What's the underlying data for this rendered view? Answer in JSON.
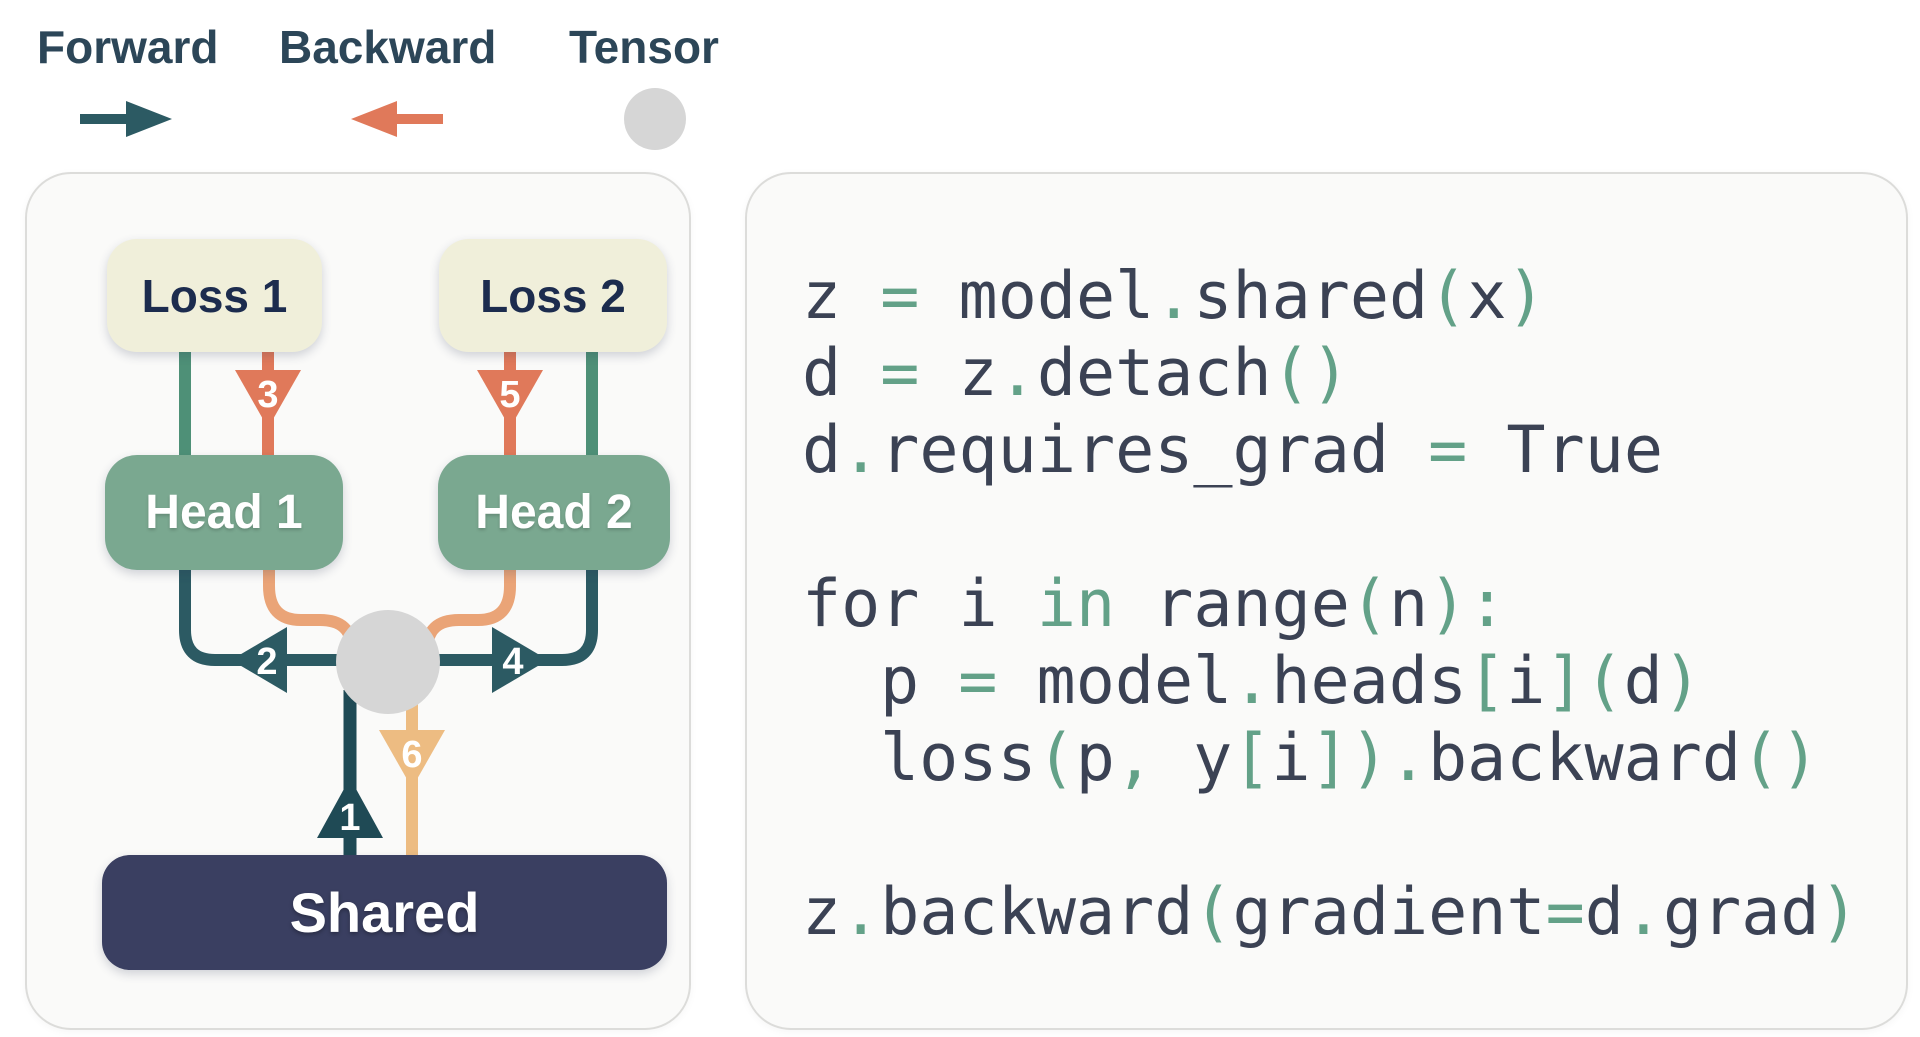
{
  "legend": {
    "forward": {
      "label": "Forward",
      "icon": "forward-arrow-icon"
    },
    "backward": {
      "label": "Backward",
      "icon": "backward-arrow-icon"
    },
    "tensor": {
      "label": "Tensor",
      "icon": "tensor-circle-icon"
    }
  },
  "diagram": {
    "loss1": "Loss 1",
    "loss2": "Loss 2",
    "head1": "Head 1",
    "head2": "Head 2",
    "shared": "Shared",
    "steps": {
      "1": "1",
      "2": "2",
      "3": "3",
      "4": "4",
      "5": "5",
      "6": "6"
    }
  },
  "code": {
    "lines": [
      {
        "indent": 0,
        "tokens": [
          [
            "z ",
            "k"
          ],
          [
            "=",
            "s"
          ],
          [
            " model",
            "k"
          ],
          [
            ".",
            "s"
          ],
          [
            "shared",
            "k"
          ],
          [
            "(",
            "s"
          ],
          [
            "x",
            "k"
          ],
          [
            ")",
            "s"
          ]
        ]
      },
      {
        "indent": 0,
        "tokens": [
          [
            "d ",
            "k"
          ],
          [
            "=",
            "s"
          ],
          [
            " z",
            "k"
          ],
          [
            ".",
            "s"
          ],
          [
            "detach",
            "k"
          ],
          [
            "()",
            "s"
          ]
        ]
      },
      {
        "indent": 0,
        "tokens": [
          [
            "d",
            "k"
          ],
          [
            ".",
            "s"
          ],
          [
            "requires_grad ",
            "k"
          ],
          [
            "=",
            "s"
          ],
          [
            " True",
            "k"
          ]
        ]
      },
      {
        "indent": 0,
        "tokens": []
      },
      {
        "indent": 0,
        "tokens": [
          [
            "for i ",
            "k"
          ],
          [
            "in",
            "s"
          ],
          [
            " range",
            "k"
          ],
          [
            "(",
            "s"
          ],
          [
            "n",
            "k"
          ],
          [
            "):",
            "s"
          ]
        ]
      },
      {
        "indent": 1,
        "tokens": [
          [
            "p ",
            "k"
          ],
          [
            "=",
            "s"
          ],
          [
            " model",
            "k"
          ],
          [
            ".",
            "s"
          ],
          [
            "heads",
            "k"
          ],
          [
            "[",
            "s"
          ],
          [
            "i",
            "k"
          ],
          [
            "](",
            "s"
          ],
          [
            "d",
            "k"
          ],
          [
            ")",
            "s"
          ]
        ]
      },
      {
        "indent": 1,
        "tokens": [
          [
            "loss",
            "k"
          ],
          [
            "(",
            "s"
          ],
          [
            "p",
            "k"
          ],
          [
            ", ",
            "s"
          ],
          [
            "y",
            "k"
          ],
          [
            "[",
            "s"
          ],
          [
            "i",
            "k"
          ],
          [
            "]).",
            "s"
          ],
          [
            "backward",
            "k"
          ],
          [
            "()",
            "s"
          ]
        ]
      },
      {
        "indent": 0,
        "tokens": []
      },
      {
        "indent": 0,
        "tokens": [
          [
            "z",
            "k"
          ],
          [
            ".",
            "s"
          ],
          [
            "backward",
            "k"
          ],
          [
            "(",
            "s"
          ],
          [
            "gradient",
            "k"
          ],
          [
            "=",
            "s"
          ],
          [
            "d",
            "k"
          ],
          [
            ".",
            "s"
          ],
          [
            "grad",
            "k"
          ],
          [
            ")",
            "s"
          ]
        ]
      }
    ]
  },
  "colors": {
    "forward_teal": "#2c5a63",
    "forward_teal_dark": "#1f4a55",
    "backward_orange": "#e0795a",
    "backward_orange_mid": "#eaa477",
    "backward_orange_light": "#edbc82",
    "green_segment": "#4e9077",
    "tensor_gray": "#d6d6d6",
    "loss_bg": "#f0efda",
    "loss_text": "#1c2c4e",
    "head_bg": "#7aa890",
    "shared_bg": "#3a3f61",
    "code_text": "#3b4254",
    "code_symbol": "#63a188",
    "arrow_num_text": "#ffffff"
  }
}
